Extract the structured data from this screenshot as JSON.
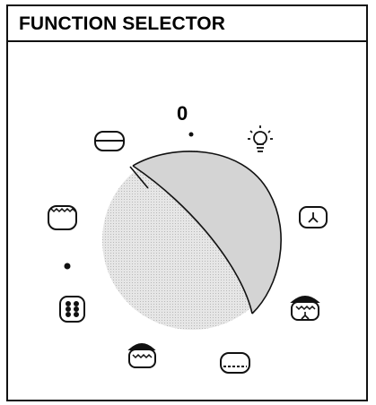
{
  "title": "FUNCTION SELECTOR",
  "zero_position_label": "0",
  "dial_functions": [
    {
      "position": "0 (off)",
      "icon": "zero-mark"
    },
    {
      "position": "top-right",
      "icon": "oven-light-icon"
    },
    {
      "position": "right",
      "icon": "fan-only-icon"
    },
    {
      "position": "lower-right",
      "icon": "fan-grill-icon"
    },
    {
      "position": "bottom-right",
      "icon": "bottom-heat-icon"
    },
    {
      "position": "bottom-left",
      "icon": "top-heat-grill-icon"
    },
    {
      "position": "left-lower",
      "icon": "multi-burner-defrost-icon"
    },
    {
      "position": "left",
      "icon": "full-grill-icon"
    },
    {
      "position": "top-left",
      "icon": "conventional-oven-icon"
    }
  ],
  "colors": {
    "line": "#111111",
    "knob_fill": "#dcdcdc",
    "background": "#ffffff"
  }
}
